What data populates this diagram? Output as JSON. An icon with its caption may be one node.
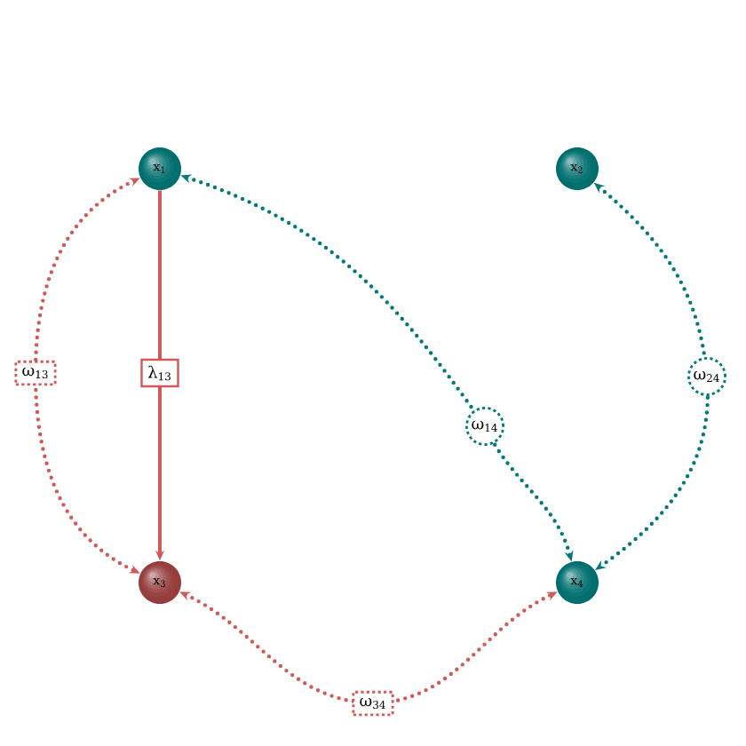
{
  "diagram": {
    "nodes": [
      {
        "text": [
          "x$_{1}$"
        ]
      },
      {
        "text": [
          "x$_{2}$"
        ]
      },
      {
        "text": [
          "x$_{3}$"
        ]
      },
      {
        "text": [
          "x$_{4}$"
        ]
      }
    ],
    "edges": [
      {
        "from": 0,
        "to": 2,
        "arrow": "to",
        "label": "λ$_{13}$",
        "color": "#d05a5a"
      },
      {
        "from": 0,
        "to": 2,
        "arrow": "both",
        "label": "ω$_{13}$",
        "color": "#d05a5a",
        "style": "dashed"
      },
      {
        "from": 0,
        "to": 3,
        "arrow": "both",
        "label": "ω$_{14}$",
        "color": "#007a78",
        "style": "dashed"
      },
      {
        "from": 1,
        "to": 3,
        "arrow": "both",
        "label": "ω$_{24}$",
        "color": "#007a78",
        "style": "dashed"
      },
      {
        "from": 2,
        "to": 3,
        "arrow": "both",
        "label": "ω$_{34}$",
        "color": "#d05a5a",
        "style": "dashed"
      }
    ]
  }
}
